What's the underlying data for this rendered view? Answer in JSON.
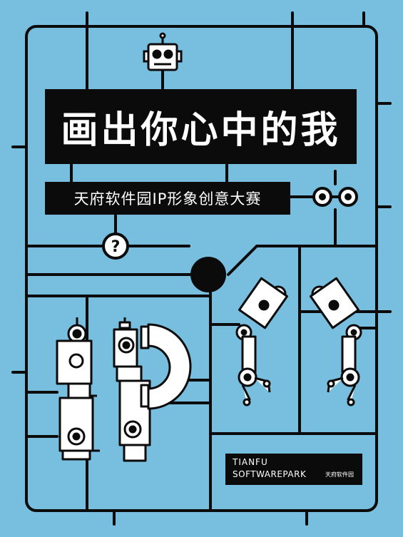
{
  "poster": {
    "title": "画出你心中的我",
    "subtitle": "天府软件园IP形象创意大赛",
    "question_mark": "?",
    "logo": {
      "line1": "TIANFU",
      "line2": "SOFTWAREPARK",
      "chinese": "天府软件园"
    }
  },
  "colors": {
    "background": "#78bedf",
    "frame": "#0b0b0b",
    "parts": "#ffffff"
  }
}
